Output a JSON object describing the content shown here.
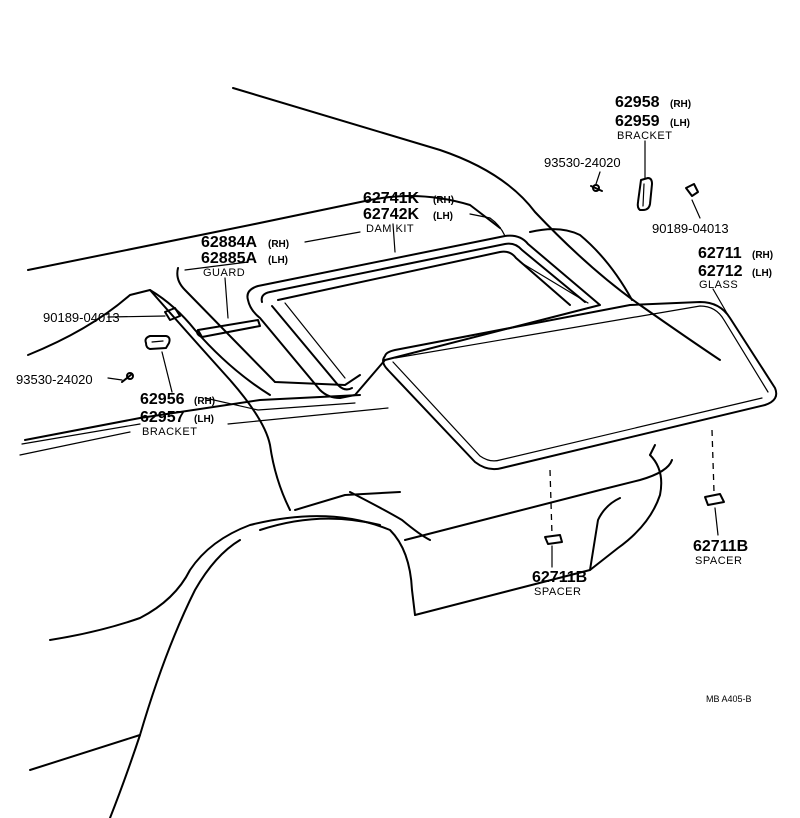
{
  "callouts": {
    "bracket_rear": {
      "rh": "62958",
      "rh_side": "(RH)",
      "lh": "62959",
      "lh_side": "(LH)",
      "name": "BRACKET"
    },
    "screw_rear": {
      "number": "93530-24020"
    },
    "clip_rear": {
      "number": "90189-04013"
    },
    "dam_kit": {
      "rh": "62741K",
      "rh_side": "(RH)",
      "lh": "62742K",
      "lh_side": "(LH)",
      "name": "DAM KIT"
    },
    "guard": {
      "rh": "62884A",
      "rh_side": "(RH)",
      "lh": "62885A",
      "lh_side": "(LH)",
      "name": "GUARD"
    },
    "glass": {
      "rh": "62711",
      "rh_side": "(RH)",
      "lh": "62712",
      "lh_side": "(LH)",
      "name": "GLASS"
    },
    "clip_front": {
      "number": "90189-04013"
    },
    "screw_front": {
      "number": "93530-24020"
    },
    "bracket_front": {
      "rh": "62956",
      "rh_side": "(RH)",
      "lh": "62957",
      "lh_side": "(LH)",
      "name": "BRACKET"
    },
    "spacer_right": {
      "number": "62711B",
      "name": "SPACER"
    },
    "spacer_center": {
      "number": "62711B",
      "name": "SPACER"
    }
  },
  "figure_ref": "MB A405-B"
}
